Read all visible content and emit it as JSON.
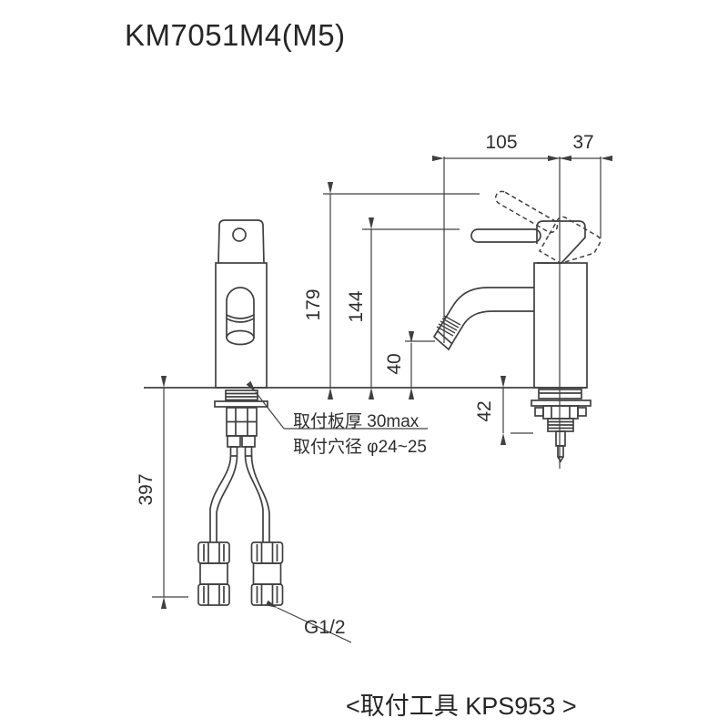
{
  "title": "KM7051M4(M5)",
  "dimensions": {
    "spout_reach": "105",
    "handle_depth": "37",
    "max_height": "179",
    "lever_height": "144",
    "spout_clearance": "40",
    "under_counter_depth": "42",
    "hose_length": "397"
  },
  "annotations": {
    "mounting_plate_thickness": "取付板厚 30max",
    "mounting_hole_diameter": "取付穴径 φ24~25",
    "connection_thread": "G1/2",
    "mounting_tool": "<取付工具 KPS953 >"
  },
  "colors": {
    "line": "#404040",
    "text": "#2e2e2e",
    "background": "#ffffff"
  }
}
